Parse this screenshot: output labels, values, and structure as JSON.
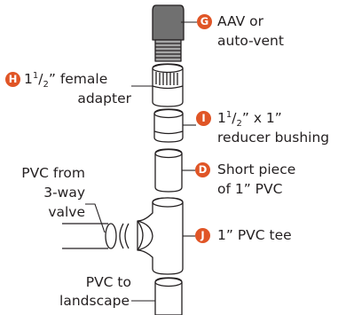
{
  "accent_color": "#e05526",
  "callouts": {
    "G": {
      "letter": "G",
      "line1": "AAV or",
      "line2": "auto-vent"
    },
    "H": {
      "letter": "H",
      "pre": "1",
      "sup": "1",
      "slash": "/",
      "sub": "2",
      "post": "” female",
      "line2": "adapter"
    },
    "I": {
      "letter": "I",
      "pre": "1",
      "sup": "1",
      "slash": "/",
      "sub": "2",
      "post": "” x 1”",
      "line2": "reducer bushing"
    },
    "D": {
      "letter": "D",
      "line1": "Short piece",
      "line2": "of 1” PVC"
    },
    "J": {
      "letter": "J",
      "line1": "1” PVC tee"
    }
  },
  "side_labels": {
    "from_valve": {
      "line1": "PVC from",
      "line2": "3-way",
      "line3": "valve"
    },
    "to_landscape": {
      "line1": "PVC to",
      "line2": "landscape"
    }
  },
  "parts": [
    {
      "name": "AAV or auto-vent",
      "icon": "auto-vent"
    },
    {
      "name": "female adapter",
      "icon": "threaded-adapter"
    },
    {
      "name": "reducer bushing",
      "icon": "bushing"
    },
    {
      "name": "short piece of PVC",
      "icon": "pipe-segment"
    },
    {
      "name": "PVC tee",
      "icon": "tee-fitting"
    },
    {
      "name": "PVC from 3-way valve",
      "icon": "pipe-segment"
    },
    {
      "name": "PVC to landscape",
      "icon": "pipe-segment"
    }
  ]
}
